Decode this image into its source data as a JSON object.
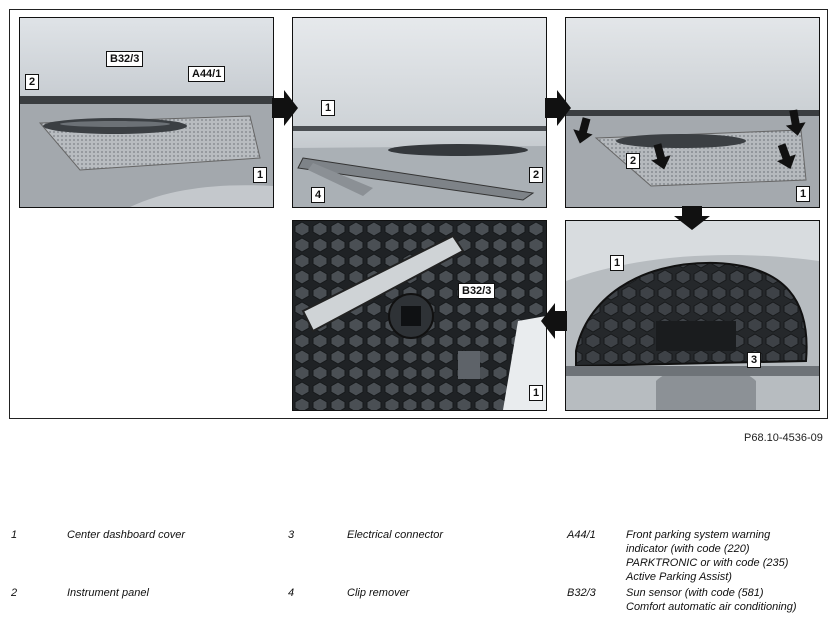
{
  "figure": {
    "reference": "P68.10-4536-09",
    "panels": [
      {
        "id": "p1",
        "callouts": [
          "B32/3",
          "A44/1",
          "2",
          "1"
        ]
      },
      {
        "id": "p2",
        "callouts": [
          "1",
          "4",
          "2"
        ]
      },
      {
        "id": "p3",
        "callouts": [
          "2",
          "1"
        ]
      },
      {
        "id": "p4",
        "callouts": [
          "1",
          "3"
        ]
      },
      {
        "id": "p5",
        "callouts": [
          "B32/3",
          "1"
        ]
      }
    ]
  },
  "legend": {
    "items": [
      {
        "key": "1",
        "text": "Center dashboard cover"
      },
      {
        "key": "2",
        "text": "Instrument panel"
      },
      {
        "key": "3",
        "text": "Electrical connector"
      },
      {
        "key": "4",
        "text": "Clip remover"
      },
      {
        "key": "A44/1",
        "text": "Front parking system warning indicator (with code (220) PARKTRONIC or with code (235) Active Parking Assist)"
      },
      {
        "key": "B32/3",
        "text": "Sun sensor (with code (581) Comfort automatic air conditioning)"
      }
    ],
    "a44_lines": [
      "Front parking system warning",
      "indicator (with code (220)",
      "PARKTRONIC or with code (235)",
      "Active Parking Assist)"
    ],
    "b32_lines": [
      "Sun sensor (with code (581)",
      "Comfort automatic air conditioning)"
    ]
  },
  "colors": {
    "arrow": "#111111",
    "panel_gray": "#9a9fa4",
    "mesh_dark": "#2b2e31"
  }
}
